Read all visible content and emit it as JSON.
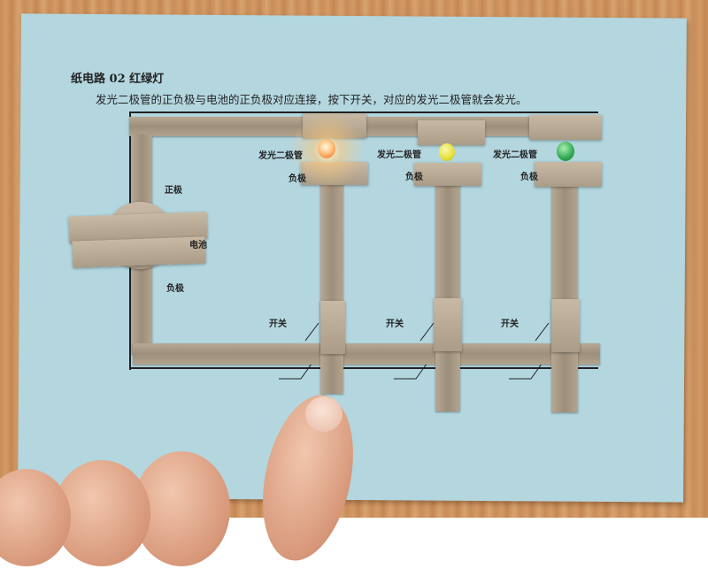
{
  "title": "纸电路 02 红绿灯",
  "subtitle": "发光二极管的正负极与电池的正负极对应连接，按下开关，对应的发光二极管就会发光。",
  "labels": {
    "led": "发光二极管",
    "negative": "负极",
    "positive": "正极",
    "battery": "电池",
    "switch": "开关"
  },
  "leds": [
    {
      "color": "red",
      "hex": "#ff5a2a",
      "lit": true
    },
    {
      "color": "yellow",
      "hex": "#e6e035",
      "lit": false
    },
    {
      "color": "green",
      "hex": "#2ea850",
      "lit": false
    }
  ],
  "colors": {
    "paper": "#b3d6df",
    "tape": "#a89a86",
    "wood": "#c98e5a"
  }
}
